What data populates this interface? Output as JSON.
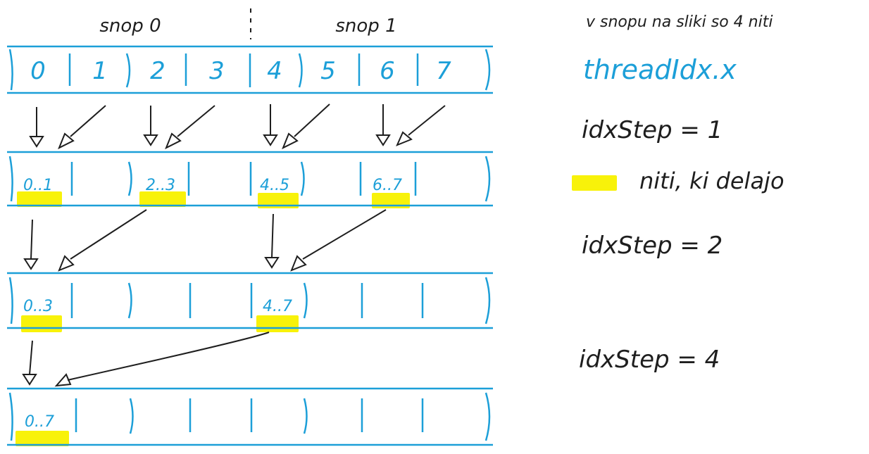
{
  "colors": {
    "ink_blue": "#1c9fd8",
    "ink_dark": "#1e1e1e",
    "highlight": "#f8f20a",
    "background": "#ffffff"
  },
  "header": {
    "group_left": "snop 0",
    "group_right": "snop 1"
  },
  "rows": [
    {
      "cells": [
        "0",
        "1",
        "2",
        "3",
        "4",
        "5",
        "6",
        "7"
      ]
    },
    {
      "cells": [
        "0..1",
        "",
        "2..3",
        "",
        "4..5",
        "",
        "6..7",
        ""
      ]
    },
    {
      "cells": [
        "0..3",
        "",
        "",
        "",
        "4..7",
        "",
        "",
        ""
      ]
    },
    {
      "cells": [
        "0..7",
        "",
        "",
        "",
        "",
        "",
        "",
        ""
      ]
    }
  ],
  "notes": {
    "note_top": "v snopu na sliki so 4 niti",
    "index_name": "threadIdx.x",
    "legend_label": "niti, ki delajo",
    "steps": [
      "idxStep = 1",
      "idxStep = 2",
      "idxStep = 4"
    ]
  }
}
